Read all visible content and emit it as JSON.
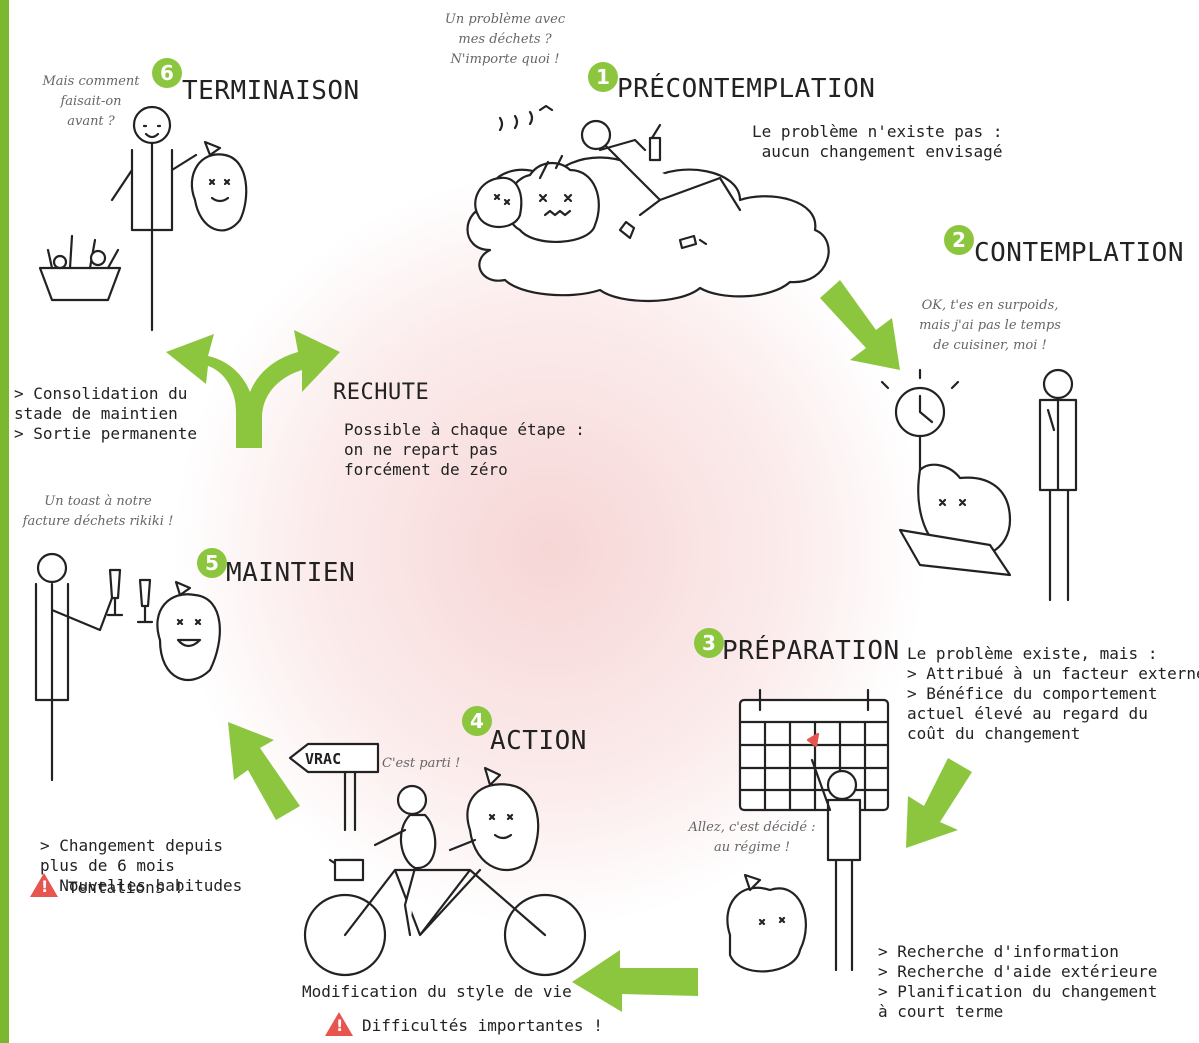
{
  "colors": {
    "accent": "#8cc63f",
    "warning": "#e8554f",
    "glow": "#f3c4c4"
  },
  "stages": {
    "s1": {
      "number": "1",
      "title": "PRÉCONTEMPLATION",
      "desc": [
        "Le problème n'existe pas :",
        "aucun changement envisagé"
      ],
      "quote": [
        "Un problème avec",
        "mes déchets ?",
        "N'importe quoi !"
      ]
    },
    "s2": {
      "number": "2",
      "title": "CONTEMPLATION",
      "quote": [
        "OK, t'es en surpoids,",
        "mais j'ai pas le temps",
        "de cuisiner, moi !"
      ],
      "desc": [
        "Le problème existe, mais :",
        "> Attribué à un facteur externe",
        "> Bénéfice du comportement",
        "  actuel élevé au regard du",
        "  coût du changement"
      ]
    },
    "s3": {
      "number": "3",
      "title": "PRÉPARATION",
      "quote": [
        "Allez, c'est décidé :",
        "au régime !"
      ],
      "desc": [
        "> Recherche d'information",
        "> Recherche d'aide extérieure",
        "> Planification du changement",
        "  à court terme"
      ]
    },
    "s4": {
      "number": "4",
      "title": "ACTION",
      "quote": [
        "C'est parti !"
      ],
      "sign": "VRAC",
      "desc": "Modification du style de vie",
      "warning": "Difficultés importantes !"
    },
    "s5": {
      "number": "5",
      "title": "MAINTIEN",
      "quote": [
        "Un toast à notre",
        "facture déchets rikiki !"
      ],
      "desc": [
        "> Changement depuis",
        "  plus de 6 mois",
        "> Nouvelles habitudes"
      ],
      "warning": "Tentations !"
    },
    "s6": {
      "number": "6",
      "title": "TERMINAISON",
      "quote": [
        "Mais comment",
        "faisait-on",
        "avant ?"
      ],
      "desc": [
        "> Consolidation du",
        "  stade de maintien",
        "> Sortie permanente"
      ]
    },
    "relapse": {
      "title": "RECHUTE",
      "desc": [
        "Possible à chaque étape :",
        "on ne repart pas",
        "forcément de zéro"
      ]
    }
  },
  "icons": [
    "warning-icon",
    "bag-character",
    "stick-figure",
    "cloud",
    "clock-icon",
    "calendar-icon",
    "bicycle",
    "basket-icon",
    "champagne-glass",
    "cycle-arrow"
  ]
}
